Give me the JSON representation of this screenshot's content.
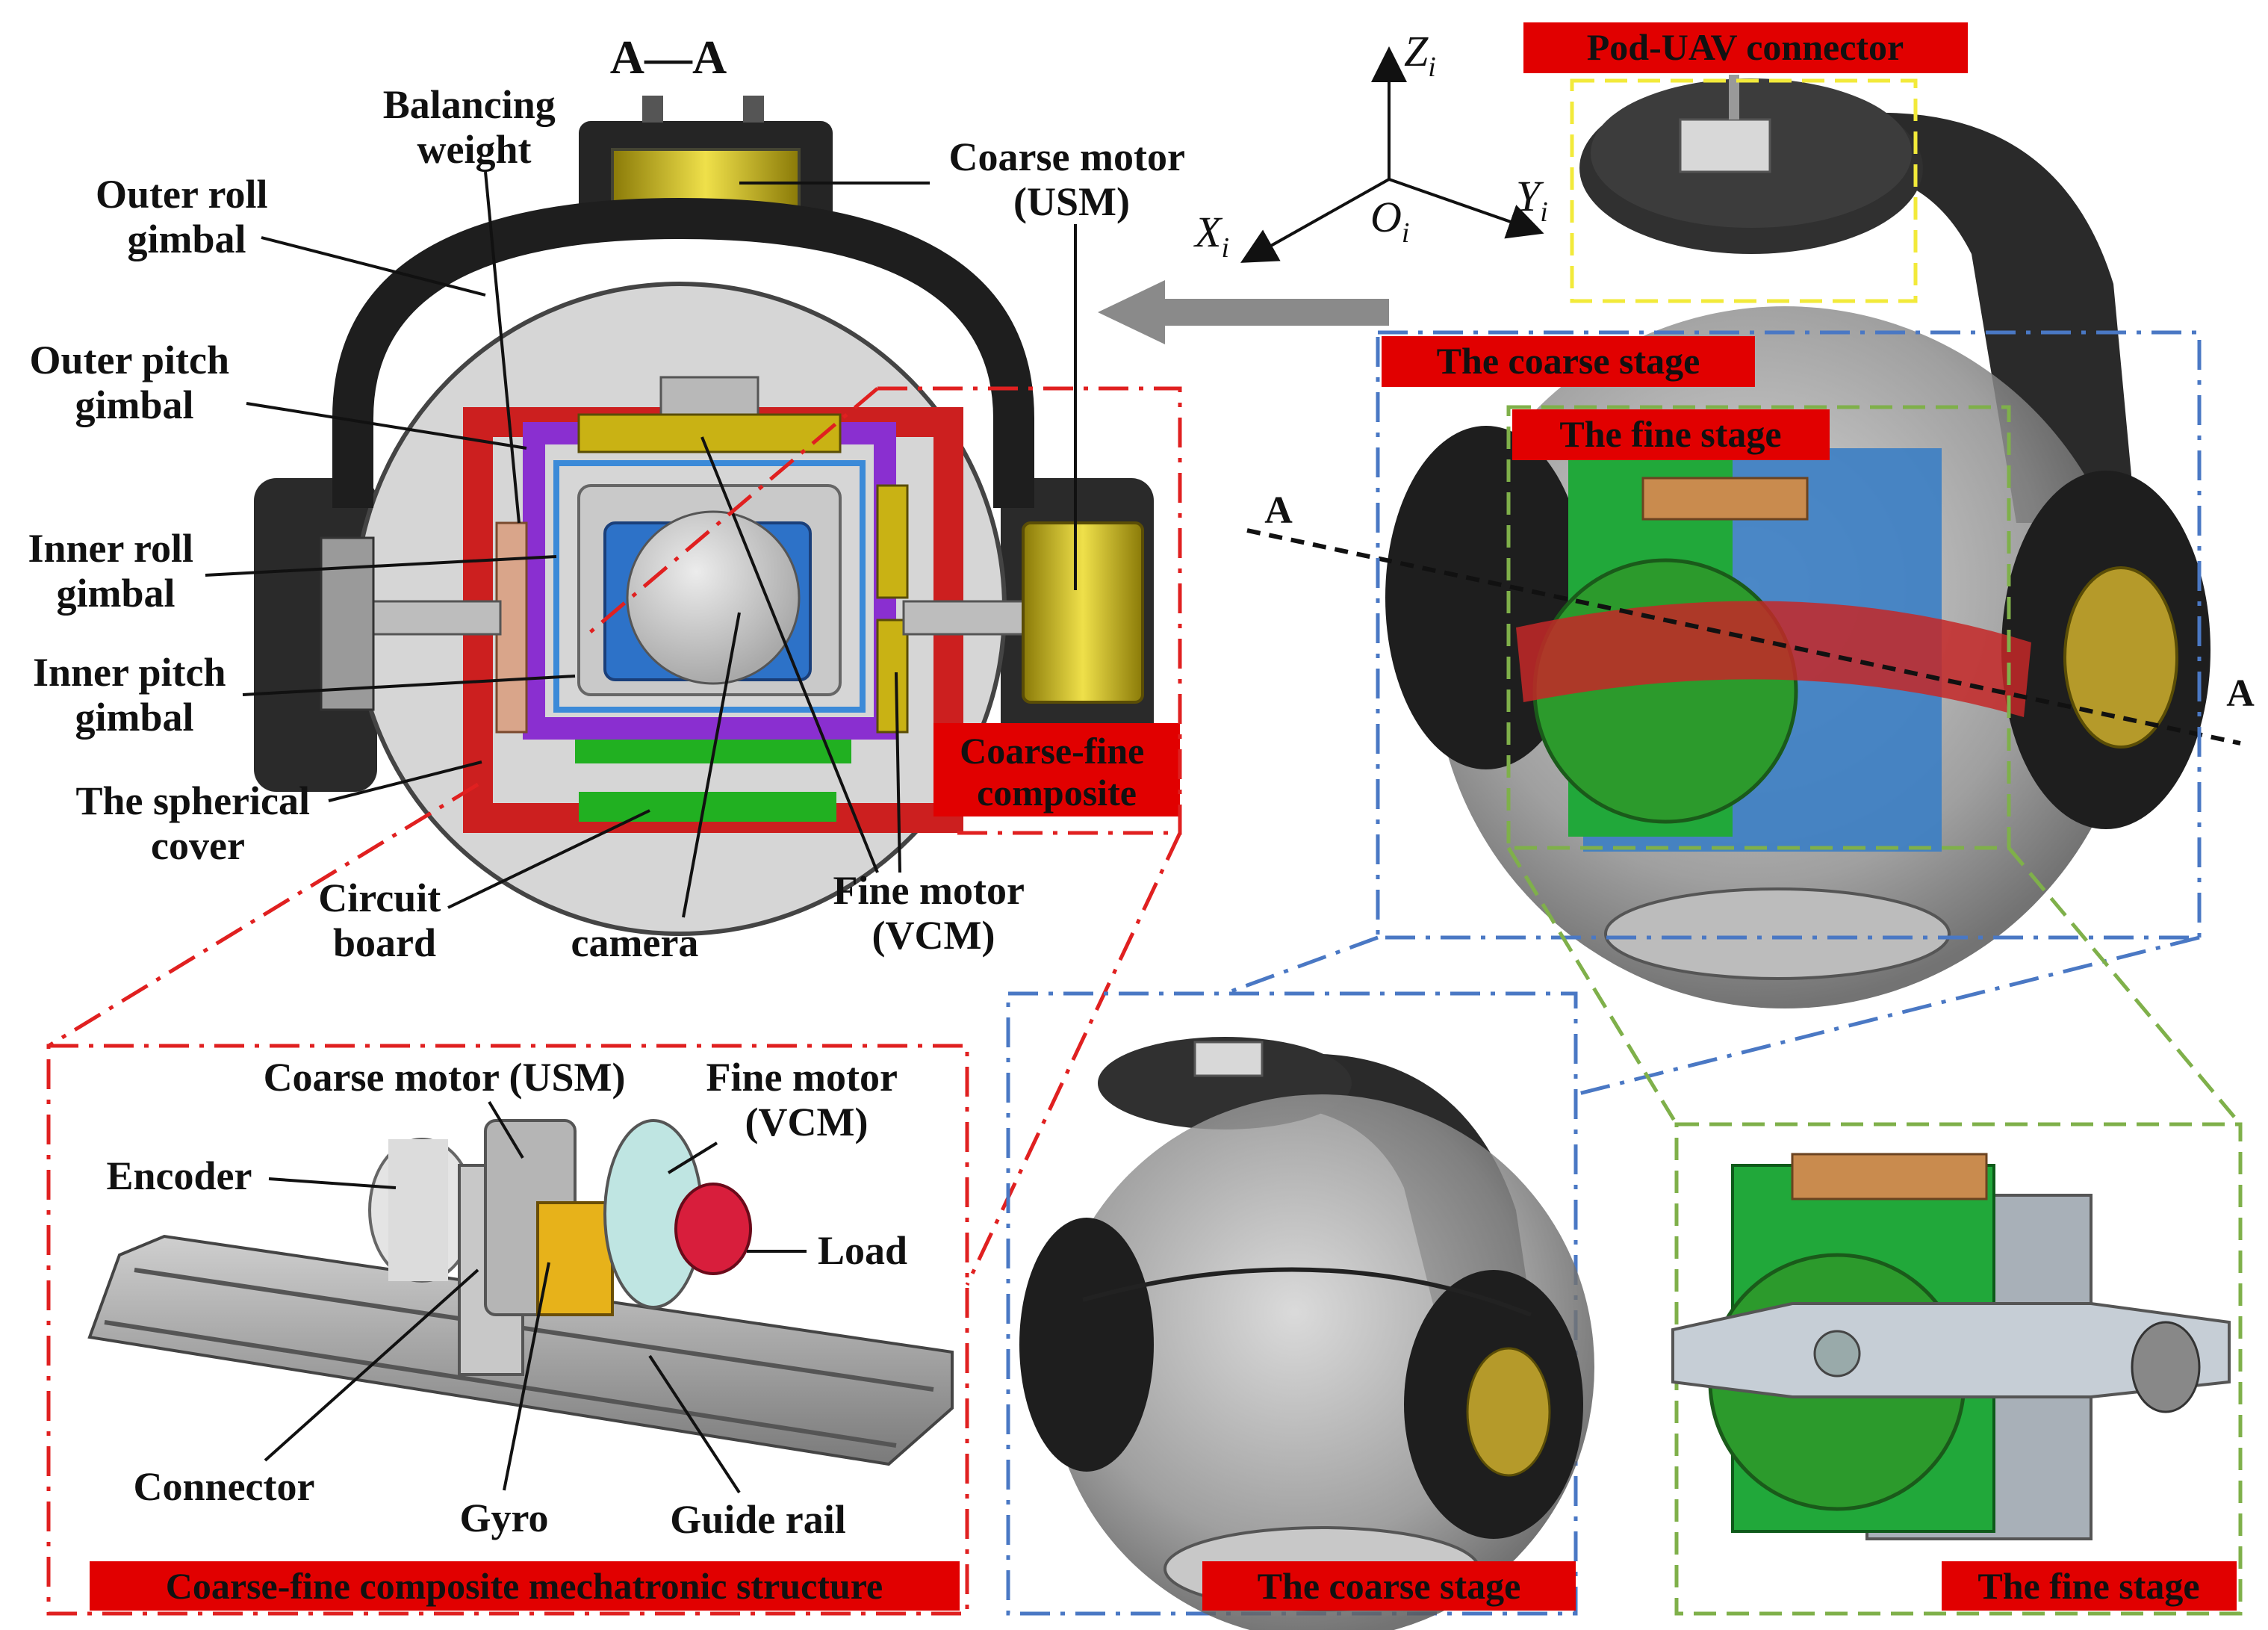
{
  "section_title": "A—A",
  "cross_section_labels": {
    "balancing_weight": [
      "Balancing",
      "weight"
    ],
    "coarse_motor": [
      "Coarse motor",
      "(USM)"
    ],
    "outer_roll": [
      "Outer roll",
      "gimbal"
    ],
    "outer_pitch": [
      "Outer pitch",
      "gimbal"
    ],
    "inner_roll": [
      "Inner roll",
      "gimbal"
    ],
    "inner_pitch": [
      "Inner pitch",
      "gimbal"
    ],
    "spherical_cover": [
      "The spherical",
      "cover"
    ],
    "circuit_board": [
      "Circuit",
      "board"
    ],
    "camera": "camera",
    "fine_motor": [
      "Fine motor",
      "(VCM)"
    ],
    "coarse_fine_composite": [
      "Coarse-fine",
      "composite"
    ]
  },
  "axes": {
    "z": "Z",
    "y": "Y",
    "x": "X",
    "o": "O",
    "subscript": "i"
  },
  "section_markers": {
    "left": "A",
    "right": "A"
  },
  "red_tags": {
    "pod_uav_connector": "Pod-UAV connector",
    "coarse_stage_top": "The coarse stage",
    "fine_stage_top": "The fine stage",
    "mechatronic_structure": "Coarse-fine composite mechatronic structure",
    "coarse_stage_bottom": "The coarse stage",
    "fine_stage_bottom": "The fine stage"
  },
  "structure_labels": {
    "coarse_motor": "Coarse motor (USM)",
    "fine_motor": [
      "Fine motor",
      "(VCM)"
    ],
    "encoder": "Encoder",
    "load": "Load",
    "connector": "Connector",
    "gyro": "Gyro",
    "guide_rail": "Guide rail"
  },
  "colors": {
    "tag_red": "#e10000",
    "dash_red": "#e02020",
    "dash_blue": "#4a78c4",
    "dash_green": "#7fb04a",
    "dash_yellow": "#f2ea3a",
    "gimbal_red": "#cc1f1f",
    "gimbal_purple": "#8a2fd0",
    "motor_yellow": "#c9b214",
    "board_green": "#21b021",
    "camera_blue": "#2d72c8"
  }
}
